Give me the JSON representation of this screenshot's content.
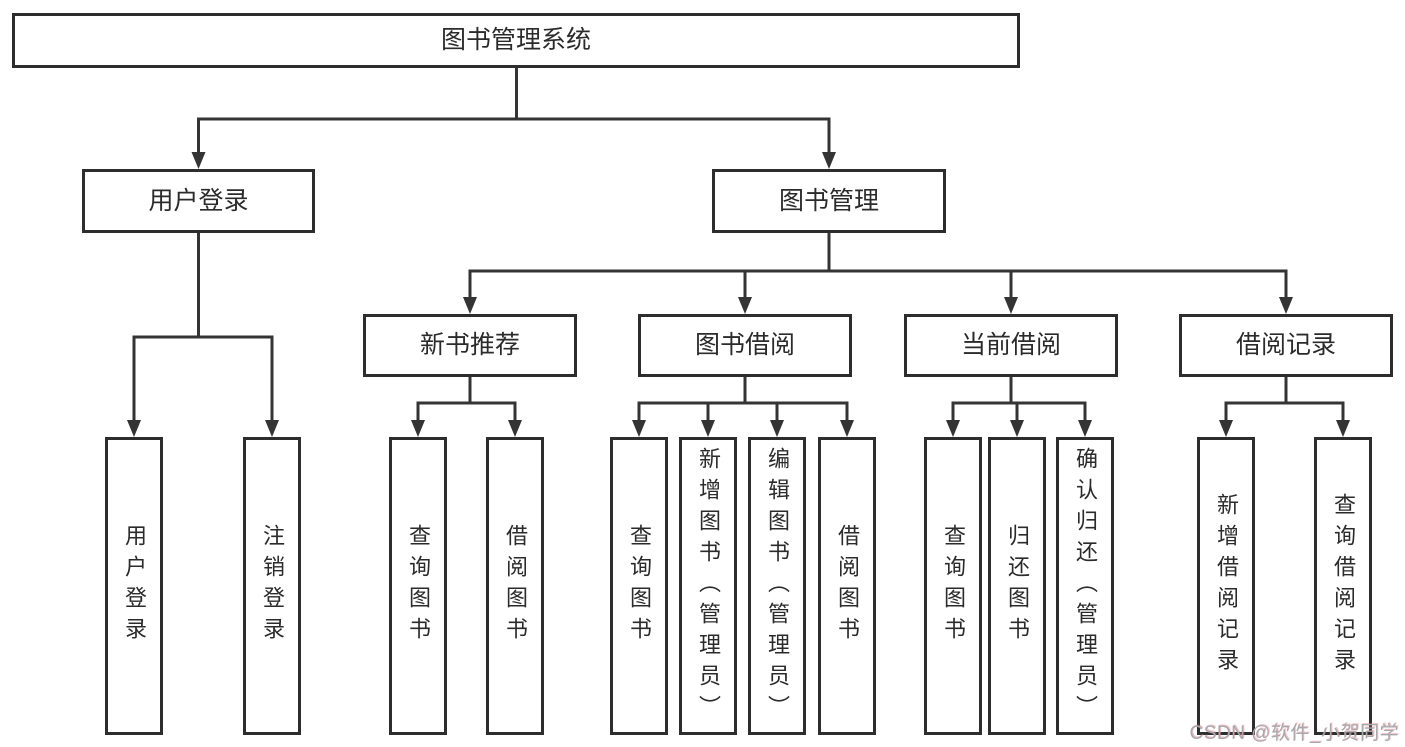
{
  "diagram": {
    "root": "图书管理系统",
    "level2": {
      "user_login": "用户登录",
      "book_mgmt": "图书管理"
    },
    "level3": {
      "new_book": "新书推荐",
      "borrow": "图书借阅",
      "current": "当前借阅",
      "records": "借阅记录"
    },
    "leaves": {
      "user_login": "用户登录",
      "logout": "注销登录",
      "nb_query": "查询图书",
      "nb_borrow": "借阅图书",
      "bw_query": "查询图书",
      "bw_add": "新增图书（管理员）",
      "bw_edit": "编辑图书（管理员）",
      "bw_borrow": "借阅图书",
      "cur_query": "查询图书",
      "cur_return": "归还图书",
      "cur_confirm": "确认归还（管理员）",
      "rec_add": "新增借阅记录",
      "rec_query": "查询借阅记录"
    }
  },
  "watermark": "CSDN @软件_小贺同学",
  "colors": {
    "line": "#343434",
    "border": "#2d2d2d",
    "text": "#2b2b2b",
    "watermark": "#a8a8af",
    "background": "#ffffff"
  }
}
